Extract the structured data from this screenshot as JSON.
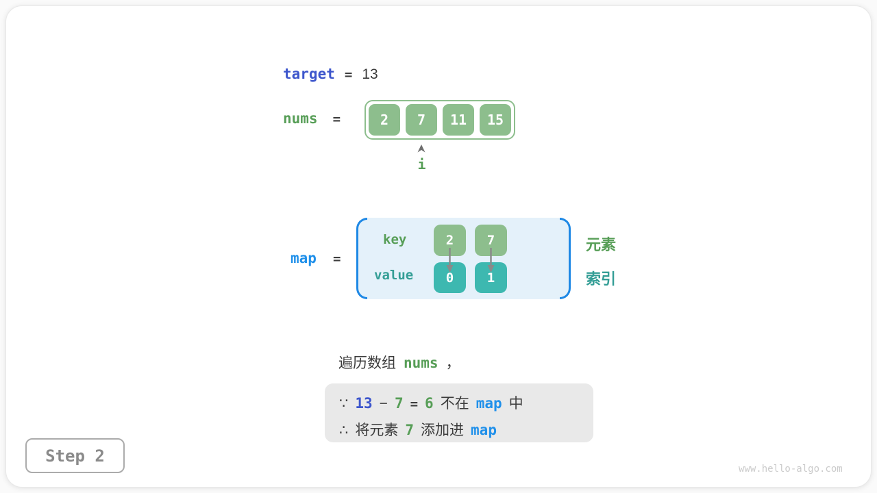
{
  "colors": {
    "green_fill": "#8DBE8D",
    "green_text": "#579E57",
    "teal_fill": "#3DB8B0",
    "teal_text": "#349E96",
    "azure_code": "#2090EA",
    "indigo_code": "#3D56CC",
    "dark_text": "#3C3C3C",
    "map_box_bg": "#E4F1FA",
    "map_bracket_blue": "#1E88E5",
    "note_box_bg": "#E9E9E9"
  },
  "target_line": {
    "var": "target",
    "eq": "=",
    "value": "13"
  },
  "nums_line": {
    "var": "nums",
    "eq": "="
  },
  "nums_array": {
    "cells": [
      "2",
      "7",
      "11",
      "15"
    ],
    "pointer_icon": "up-arrowhead",
    "pointer_label": "i"
  },
  "map_section": {
    "var": "map",
    "eq": "=",
    "key_label": "key",
    "value_label": "value",
    "keys": [
      "2",
      "7"
    ],
    "values": [
      "0",
      "1"
    ],
    "arrow_icon": "down-arrow",
    "right_labels": {
      "element": "元素",
      "index": "索引"
    }
  },
  "caption": {
    "lead": "遍历数组",
    "code": "nums",
    "comma": "，"
  },
  "note_box": {
    "line1": {
      "because": "∵",
      "target": "13",
      "minus": "−",
      "operand": "7",
      "eq": "=",
      "result": "6",
      "mid": "不在",
      "map": "map",
      "tail": "中"
    },
    "line2": {
      "therefore": "∴",
      "lead": "将元素",
      "num": "7",
      "mid": "添加进",
      "map": "map"
    }
  },
  "step_badge": "Step 2",
  "watermark": "www.hello-algo.com"
}
